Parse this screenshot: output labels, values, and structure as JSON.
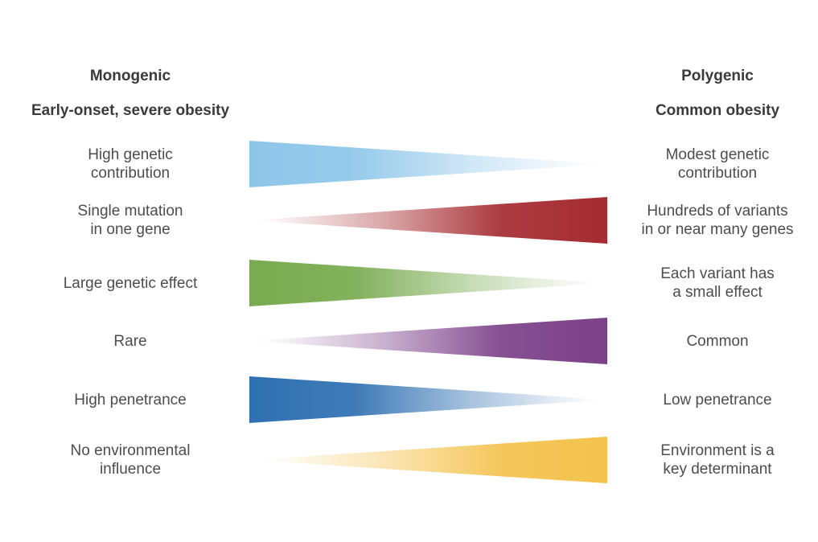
{
  "figure": {
    "background": "#ffffff",
    "heading_color": "#3a3a3a",
    "label_color": "#4d4d4d"
  },
  "columns": {
    "left": {
      "title": "Monogenic",
      "subtitle": "Early-onset, severe obesity"
    },
    "right": {
      "title": "Polygenic",
      "subtitle": "Common obesity"
    }
  },
  "rows": [
    {
      "left_label": "High genetic\ncontribution",
      "right_label": "Modest genetic\ncontribution",
      "color": "#8ec6e9",
      "taper": "right"
    },
    {
      "left_label": "Single mutation\nin one gene",
      "right_label": "Hundreds of variants\nin or near many genes",
      "color": "#a52b31",
      "taper": "left"
    },
    {
      "left_label": "Large genetic effect",
      "right_label": "Each variant has\na small effect",
      "color": "#78ab4f",
      "taper": "right"
    },
    {
      "left_label": "Rare",
      "right_label": "Common",
      "color": "#7c4189",
      "taper": "left"
    },
    {
      "left_label": "High penetrance",
      "right_label": "Low penetrance",
      "color": "#2f70b2",
      "taper": "right"
    },
    {
      "left_label": "No environmental\ninfluence",
      "right_label": "Environment is a\nkey determinant",
      "color": "#f4c24d",
      "taper": "left"
    }
  ]
}
